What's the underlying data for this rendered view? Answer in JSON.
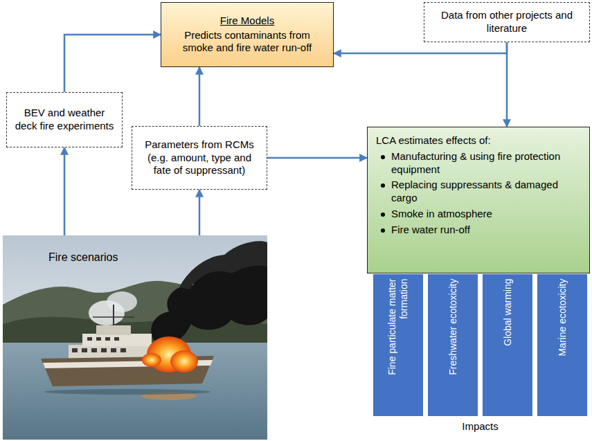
{
  "diagram": {
    "nodes": [
      {
        "text": [
          "Fire Models",
          "Predicts contaminants from smoke and fire water run-off"
        ]
      },
      {
        "text": [
          "Data from other projects and literature"
        ]
      },
      {
        "text": [
          "BEV and weather deck fire experiments"
        ]
      },
      {
        "text": [
          "Parameters from RCMs (e.g. amount, type and fate of suppressant)"
        ]
      },
      {
        "text": [
          "LCA estimates effects of:",
          "Manufacturing & using fire protection equipment",
          "Replacing suppressants & damaged cargo",
          "Smoke in atmosphere",
          "Fire water run-off"
        ]
      },
      {
        "text": [
          "Fire scenarios"
        ]
      },
      {
        "text": [
          "Fine particulate matter formation"
        ]
      },
      {
        "text": [
          "Freshwater ecotoxicity"
        ]
      },
      {
        "text": [
          "Global warming"
        ]
      },
      {
        "text": [
          "Marine ecotoxicity"
        ]
      }
    ],
    "edges": [
      {
        "from": 2,
        "to": 0,
        "arrow": "to"
      },
      {
        "from": 1,
        "to": 0,
        "arrow": "to"
      },
      {
        "from": 3,
        "to": 0,
        "arrow": "to"
      },
      {
        "from": 1,
        "to": 4,
        "arrow": "to"
      },
      {
        "from": 3,
        "to": 4,
        "arrow": "to"
      },
      {
        "from": 5,
        "to": 2,
        "arrow": "to"
      },
      {
        "from": 5,
        "to": 3,
        "arrow": "to"
      }
    ],
    "labels": [
      "Impacts"
    ]
  }
}
